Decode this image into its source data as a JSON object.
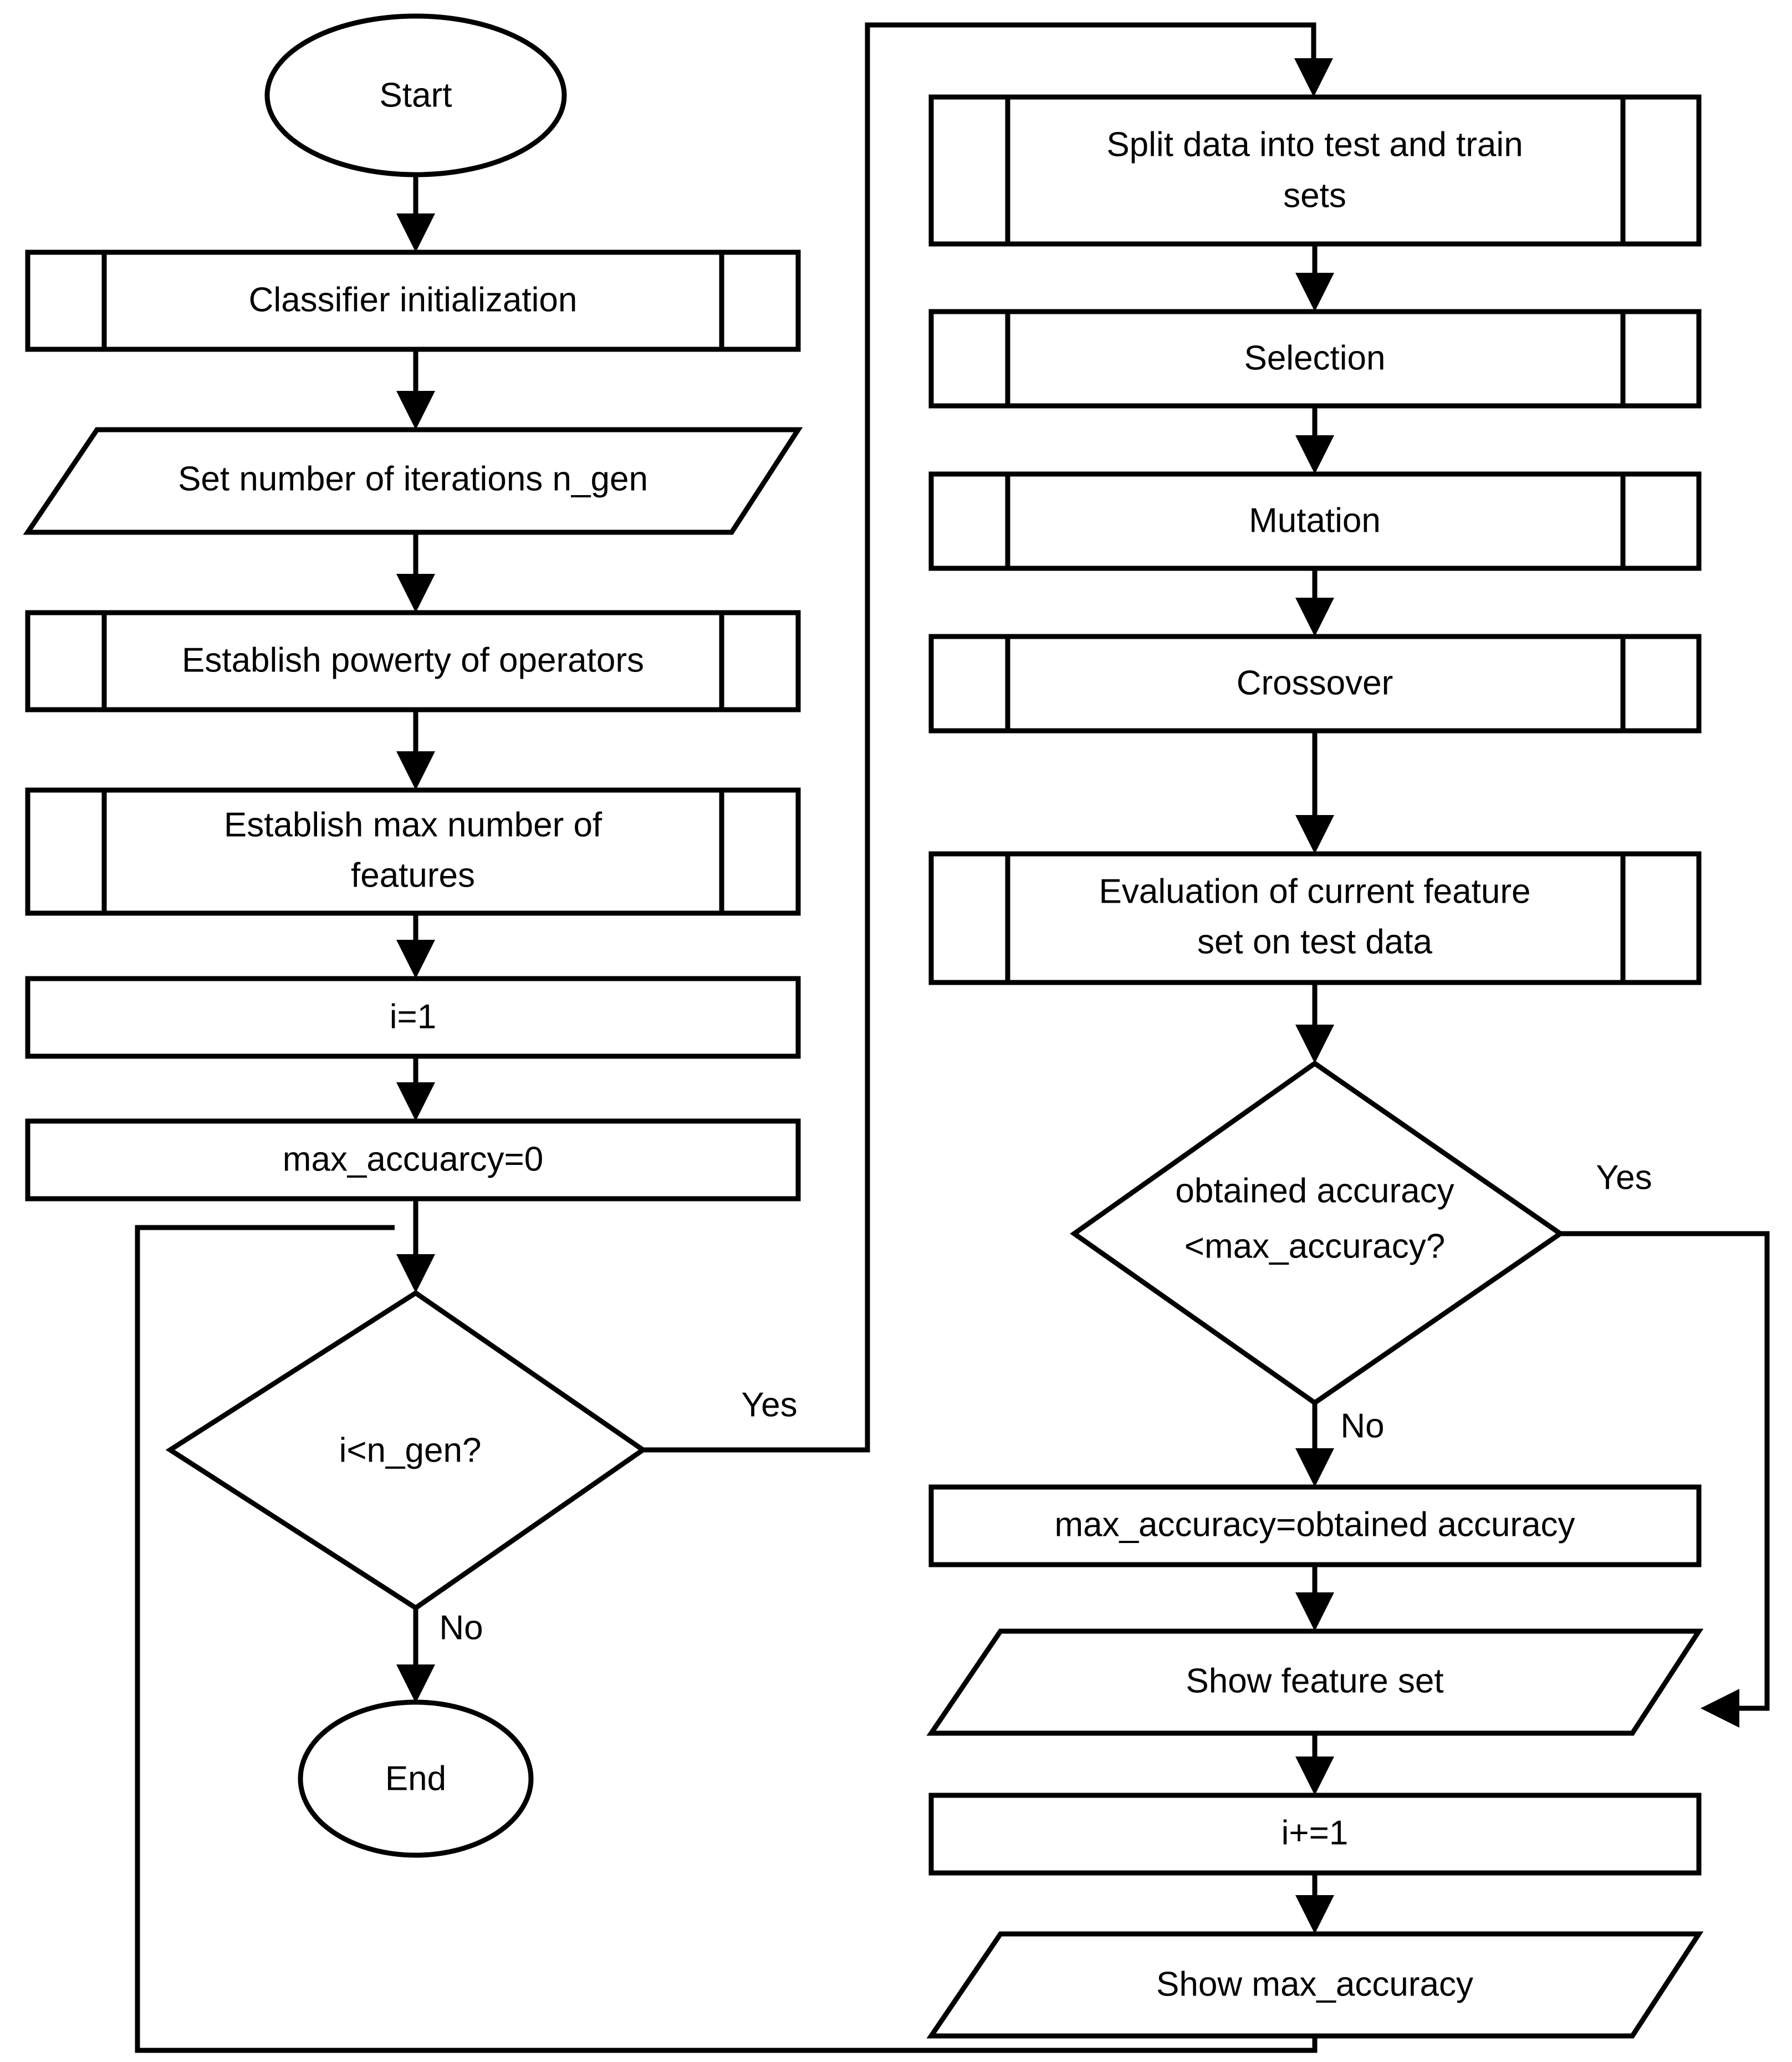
{
  "diagram": {
    "title": "Genetic algorithm feature selection flowchart",
    "stroke_color": "#000000",
    "fill_color": "#ffffff",
    "background": "#ffffff"
  },
  "nodes": {
    "start": {
      "label": "Start",
      "shape": "terminator-ellipse"
    },
    "classifier_init": {
      "label": "Classifier initialization",
      "shape": "subroutine"
    },
    "set_iterations": {
      "label": "Set number of iterations n_gen",
      "shape": "parallelogram-io"
    },
    "establish_powerty": {
      "label": "Establish powerty of operators",
      "shape": "subroutine"
    },
    "establish_max_features": {
      "label_line1": "Establish max number of",
      "label_line2": "features",
      "shape": "subroutine"
    },
    "i_init": {
      "label": "i=1",
      "shape": "process"
    },
    "max_accuarcy_init": {
      "label": "max_accuarcy=0",
      "shape": "process"
    },
    "loop_decision": {
      "label": "i<n_gen?",
      "shape": "decision"
    },
    "end": {
      "label": "End",
      "shape": "terminator-ellipse"
    },
    "split_data": {
      "label_line1": "Split data into test and train",
      "label_line2": "sets",
      "shape": "subroutine"
    },
    "selection": {
      "label": "Selection",
      "shape": "subroutine"
    },
    "mutation": {
      "label": "Mutation",
      "shape": "subroutine"
    },
    "crossover": {
      "label": "Crossover",
      "shape": "subroutine"
    },
    "evaluation": {
      "label_line1": "Evaluation of current feature",
      "label_line2": "set on test data",
      "shape": "subroutine"
    },
    "accuracy_decision": {
      "label_line1": "obtained accuracy",
      "label_line2": "<max_accuracy?",
      "shape": "decision"
    },
    "update_max_accuracy": {
      "label": "max_accuracy=obtained accuracy",
      "shape": "process"
    },
    "show_feature_set": {
      "label": "Show feature set",
      "shape": "parallelogram-io"
    },
    "increment_i": {
      "label": "i+=1",
      "shape": "process"
    },
    "show_max_accuracy": {
      "label": "Show max_accuracy",
      "shape": "parallelogram-io"
    }
  },
  "edge_labels": {
    "loop_yes": "Yes",
    "loop_no": "No",
    "accuracy_yes": "Yes",
    "accuracy_no": "No"
  }
}
